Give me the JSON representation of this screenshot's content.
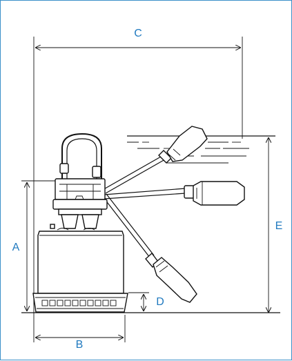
{
  "diagram": {
    "labels": {
      "a": "A",
      "b": "B",
      "c": "C",
      "d": "D",
      "e": "E"
    }
  },
  "colors": {
    "frame": "#3a8fc8",
    "label": "#1f79bf",
    "line": "#111111"
  }
}
